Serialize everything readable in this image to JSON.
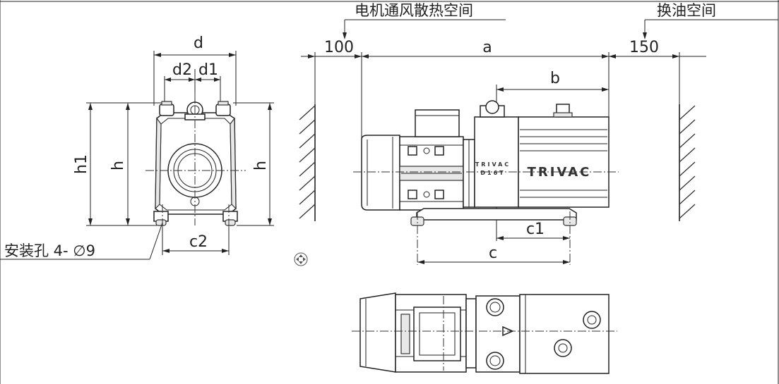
{
  "labels": {
    "cooling_space": "电机通风散热空间",
    "oil_change_space": "换油空间",
    "clearance_left": "100",
    "clearance_right": "150",
    "a": "a",
    "b": "b",
    "c": "c",
    "c1": "c1",
    "c2": "c2",
    "d": "d",
    "d1": "d1",
    "d2": "d2",
    "h": "h",
    "h1": "h1",
    "mounting_holes": "安装孔 4- ∅9"
  },
  "pump": {
    "brand": "TRIVAC",
    "model_line1": "TRIVAC",
    "model_line2": "D16T"
  },
  "widgets": {
    "move_handle": "move-handle-icon"
  }
}
